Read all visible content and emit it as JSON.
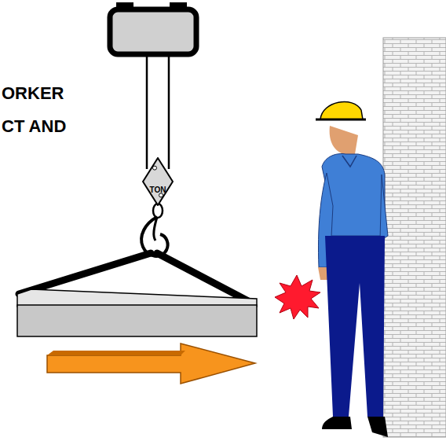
{
  "diagram": {
    "nodes": [
      {
        "text": [
          "TON"
        ]
      }
    ],
    "labels": [
      "ORKER",
      "CT AND"
    ]
  }
}
